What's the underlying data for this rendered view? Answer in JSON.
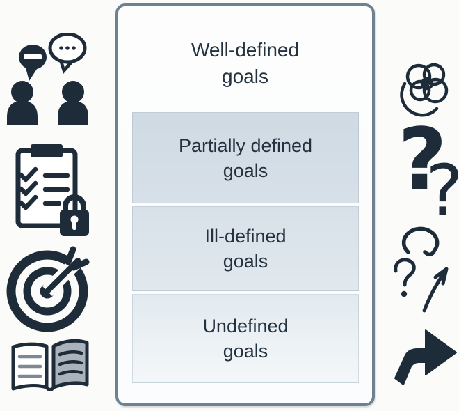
{
  "figure": {
    "panel": {
      "title": {
        "label": "Well-defined goals",
        "line1": "Well-defined",
        "line2": "goals"
      },
      "levels": [
        {
          "label": "Partially defined goals",
          "line1": "Partially defined",
          "line2": "goals"
        },
        {
          "label": "Ill-defined goals",
          "line1": "Ill-defined",
          "line2": "goals"
        },
        {
          "label": "Undefined goals",
          "line1": "Undefined",
          "line2": "goals"
        }
      ]
    },
    "left_icons": [
      "conversation-icon",
      "checklist-lock-icon",
      "target-arrow-icon",
      "open-book-icon"
    ],
    "right_icons": [
      "tangled-scribble-icon",
      "question-marks-icon",
      "loop-question-arrow-icon",
      "bold-right-arrow-icon"
    ],
    "question_glyphs": {
      "large": "?",
      "small": "?"
    },
    "colors": {
      "icon_ink": "#1e2c3a",
      "panel_border": "#6d8191",
      "text": "#243240",
      "level1_fill": "#d2dce4",
      "level2_fill": "#dce4ea",
      "level3_fill": "#e8eef2",
      "book_page_fill": "#aab3bb",
      "background": "#fbfbfa"
    }
  }
}
